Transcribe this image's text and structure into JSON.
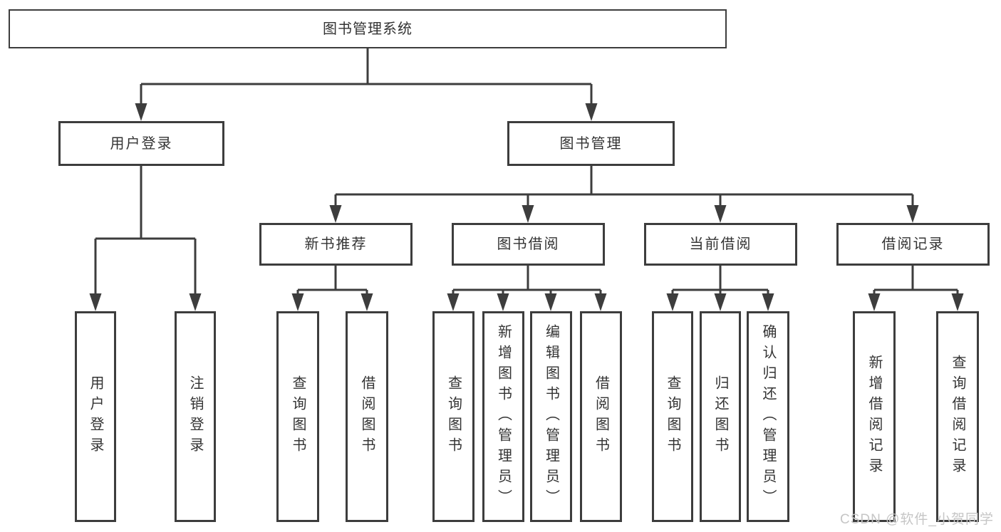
{
  "watermark": "CSDN @软件_小贺同学",
  "colors": {
    "line": "#3d3d3d",
    "box_border": "#3d3d3d",
    "text": "#333333",
    "watermark": "#c6c6c6",
    "background": "#ffffff"
  },
  "tree": {
    "label": "图书管理系统",
    "children": [
      {
        "label": "用户登录",
        "children": [
          {
            "label": "用户登录"
          },
          {
            "label": "注销登录"
          }
        ]
      },
      {
        "label": "图书管理",
        "children": [
          {
            "label": "新书推荐",
            "children": [
              {
                "label": "查询图书"
              },
              {
                "label": "借阅图书"
              }
            ]
          },
          {
            "label": "图书借阅",
            "children": [
              {
                "label": "查询图书"
              },
              {
                "label": "新增图书（管理员）"
              },
              {
                "label": "编辑图书（管理员）"
              },
              {
                "label": "借阅图书"
              }
            ]
          },
          {
            "label": "当前借阅",
            "children": [
              {
                "label": "查询图书"
              },
              {
                "label": "归还图书"
              },
              {
                "label": "确认归还（管理员）"
              }
            ]
          },
          {
            "label": "借阅记录",
            "children": [
              {
                "label": "新增借阅记录"
              },
              {
                "label": "查询借阅记录"
              }
            ]
          }
        ]
      }
    ]
  }
}
